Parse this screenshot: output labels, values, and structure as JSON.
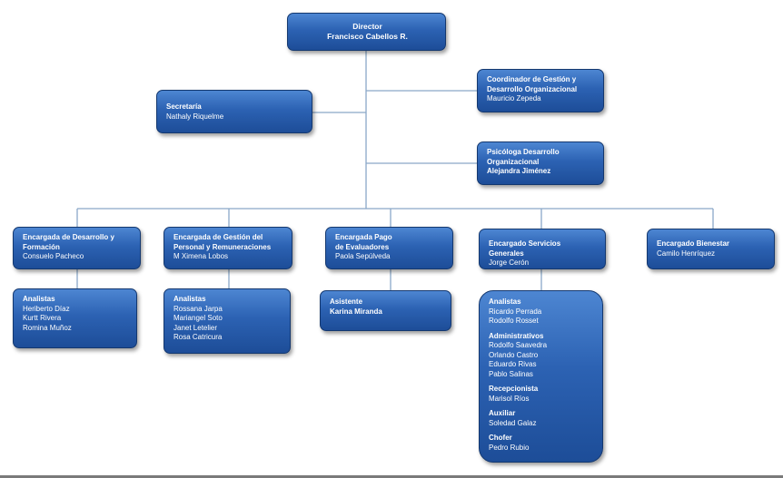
{
  "director": {
    "title": "Director",
    "name": "Francisco Cabellos R."
  },
  "secretaria": {
    "title": "Secretaría",
    "name": "Nathaly Riquelme"
  },
  "coordinador": {
    "title_l1": "Coordinador de Gestión y",
    "title_l2": "Desarrollo  Organizacional",
    "name": "Mauricio Zepeda"
  },
  "psicologa": {
    "title_l1": "Psicóloga  Desarrollo",
    "title_l2": "Organizacional",
    "name": "Alejandra Jiménez"
  },
  "departments": [
    {
      "title_l1": "Encargada de  Desarrollo y",
      "title_l2": "Formación",
      "name": "Consuelo Pacheco"
    },
    {
      "title_l1": "Encargada de Gestión del",
      "title_l2": "Personal y Remuneraciones",
      "name": "M Ximena Lobos"
    },
    {
      "title_l1": "Encargada Pago",
      "title_l2": "de Evaluadores",
      "name": "Paola Sepúlveda"
    },
    {
      "title_l1": "Encargado Servicios Generales",
      "name": "Jorge Cerón"
    },
    {
      "title_l1": "Encargado Bienestar",
      "name": "Camilo Henríquez"
    }
  ],
  "teams": {
    "desarrollo": {
      "heading": "Analistas",
      "members": [
        "Heriberto Díaz",
        "Kurtt Rivera",
        "Romina Muñoz"
      ]
    },
    "gestion": {
      "heading": "Analistas",
      "members": [
        "Rossana Jarpa",
        "Mariangel Soto",
        "Janet Letelier",
        "Rosa Catricura"
      ]
    },
    "pago": {
      "heading": "Asistente",
      "name": "Karina Miranda"
    },
    "servicios": {
      "analistas": {
        "heading": "Analistas",
        "members": [
          "Ricardo Perrada",
          "Rodolfo Rosset"
        ]
      },
      "administrativos": {
        "heading": "Administrativos",
        "members": [
          "Rodolfo  Saavedra",
          "Orlando Castro",
          "Eduardo Rivas",
          "Pablo  Salinas"
        ]
      },
      "recepcionista": {
        "heading": "Recepcionista",
        "members": [
          "Marisol Ríos"
        ]
      },
      "auxiliar": {
        "heading": "Auxiliar",
        "members": [
          "Soledad Galaz"
        ]
      },
      "chofer": {
        "heading": "Chofer",
        "members": [
          "Pedro Rubio"
        ]
      }
    }
  },
  "colors": {
    "box_fill": "#2c62b3",
    "box_border": "#14386f",
    "connector": "#8aa8c8",
    "text": "#ffffff"
  }
}
